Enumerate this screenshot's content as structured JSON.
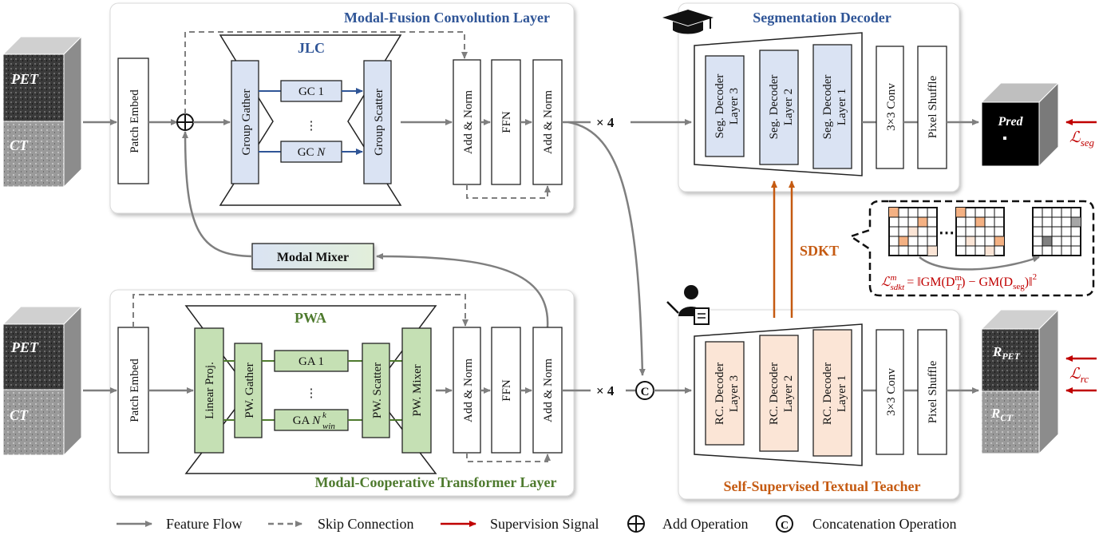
{
  "colors": {
    "blue_title": "#2f5597",
    "green_title": "#4e7a2e",
    "orange_title": "#c55a11",
    "supervision_red": "#c00000",
    "blue_fill": "#dae3f3",
    "green_fill": "#c5e0b4",
    "peach_fill": "#fbe5d6",
    "arrow_gray": "#7f7f7f"
  },
  "inputs": {
    "top": {
      "pet": "PET",
      "ct": "CT"
    },
    "bottom": {
      "pet": "PET",
      "ct": "CT"
    }
  },
  "fusion_layer": {
    "title": "Modal-Fusion Convolution Layer",
    "patch_embed": "Patch Embed",
    "jlc": "JLC",
    "group_gather": "Group Gather",
    "gc1": "GC 1",
    "gc_dots": "⋮",
    "gcn_prefix": "GC ",
    "gcn_var": "N",
    "group_scatter": "Group Scatter",
    "add_norm_1": "Add & Norm",
    "ffn": "FFN",
    "add_norm_2": "Add & Norm",
    "repeat": "× 4"
  },
  "modal_mixer": "Modal Mixer",
  "transformer_layer": {
    "title": "Modal-Cooperative Transformer Layer",
    "patch_embed": "Patch Embed",
    "pwa": "PWA",
    "linear_proj": "Linear Proj.",
    "pw_gather": "PW. Gather",
    "ga1": "GA 1",
    "ga_dots": "⋮",
    "gan_prefix": "GA ",
    "gan_var": "N",
    "gan_sup": "k",
    "gan_sub": "win",
    "pw_scatter": "PW. Scatter",
    "pw_mixer": "PW. Mixer",
    "add_norm_1": "Add & Norm",
    "ffn": "FFN",
    "add_norm_2": "Add & Norm",
    "repeat": "× 4",
    "concat_symbol": "C"
  },
  "seg_decoder": {
    "title": "Segmentation Decoder",
    "layer3": [
      "Seg. Decoder",
      "Layer 3"
    ],
    "layer2": [
      "Seg. Decoder",
      "Layer 2"
    ],
    "layer1": [
      "Seg. Decoder",
      "Layer 1"
    ],
    "conv": "3×3 Conv",
    "pixel_shuffle": "Pixel Shuffle",
    "output": "Pred",
    "loss_symbol": "ℒ",
    "loss_sub": "seg"
  },
  "teacher": {
    "title": "Self-Supervised Textual Teacher",
    "layer3": [
      "RC. Decoder",
      "Layer 3"
    ],
    "layer2": [
      "RC. Decoder",
      "Layer 2"
    ],
    "layer1": [
      "RC. Decoder",
      "Layer 1"
    ],
    "conv": "3×3 Conv",
    "pixel_shuffle": "Pixel Shuffle",
    "output_pet": "R",
    "output_pet_sub": "PET",
    "output_ct": "R",
    "output_ct_sub": "CT",
    "loss_symbol": "ℒ",
    "loss_sub": "rc"
  },
  "sdkt": {
    "label": "SDKT",
    "dots": "⋯",
    "formula_lhs": "ℒ",
    "formula_lhs_sup": "m",
    "formula_lhs_sub": "sdkt",
    "formula_rhs": "= ‖GM(D",
    "formula_rhs_sup": "m",
    "formula_rhs_sub": "T",
    "formula_mid": ") − GM(D",
    "formula_mid_sub": "seg",
    "formula_end": ")‖",
    "formula_pow": "2"
  },
  "legend": {
    "feature_flow": "Feature Flow",
    "skip_connection": "Skip Connection",
    "supervision_signal": "Supervision Signal",
    "add_operation": "Add Operation",
    "concat_operation": "Concatenation Operation"
  }
}
